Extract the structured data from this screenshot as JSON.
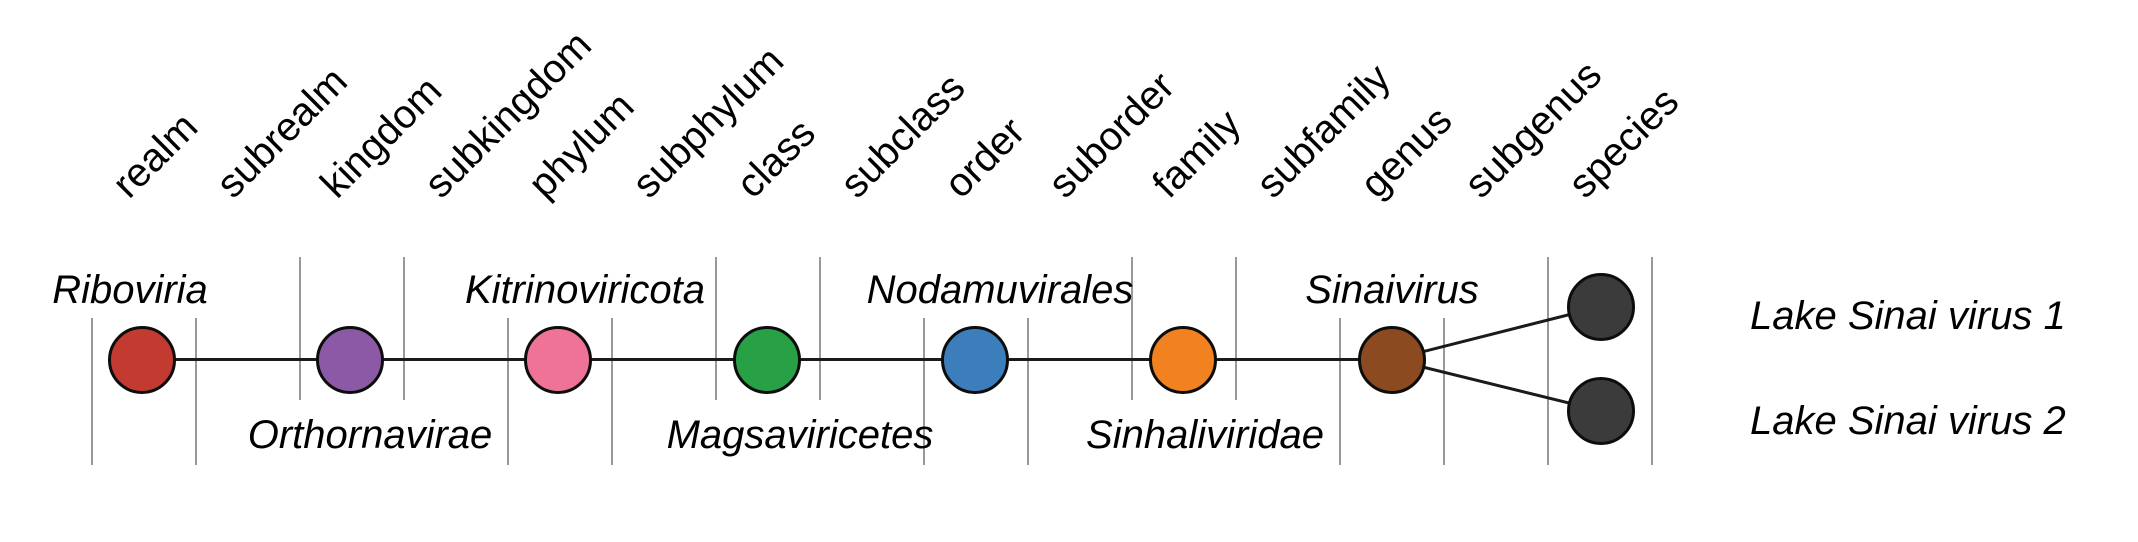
{
  "figure": {
    "ranks": [
      "realm",
      "subrealm",
      "kingdom",
      "subkingdom",
      "phylum",
      "subphylum",
      "class",
      "subclass",
      "order",
      "suborder",
      "family",
      "subfamily",
      "genus",
      "subgenus",
      "species"
    ],
    "taxa": [
      {
        "name": "Riboviria",
        "rank": "realm",
        "color": "#c23a30",
        "label_position": "above"
      },
      {
        "name": "Orthornavirae",
        "rank": "kingdom",
        "color": "#8b59a5",
        "label_position": "below"
      },
      {
        "name": "Kitrinoviricota",
        "rank": "phylum",
        "color": "#ee7396",
        "label_position": "above"
      },
      {
        "name": "Magsaviricetes",
        "rank": "class",
        "color": "#28a046",
        "label_position": "below"
      },
      {
        "name": "Nodamuvirales",
        "rank": "order",
        "color": "#3c7ebc",
        "label_position": "above"
      },
      {
        "name": "Sinhaliviridae",
        "rank": "family",
        "color": "#f2821f",
        "label_position": "below"
      },
      {
        "name": "Sinaivirus",
        "rank": "genus",
        "color": "#8b4a1f",
        "label_position": "above"
      }
    ],
    "species": [
      {
        "name": "Lake Sinai virus 1",
        "color": "#3b3b3b"
      },
      {
        "name": "Lake Sinai virus 2",
        "color": "#3b3b3b"
      }
    ],
    "line_color": "#1a1a1a",
    "divider_color": "#999999"
  }
}
